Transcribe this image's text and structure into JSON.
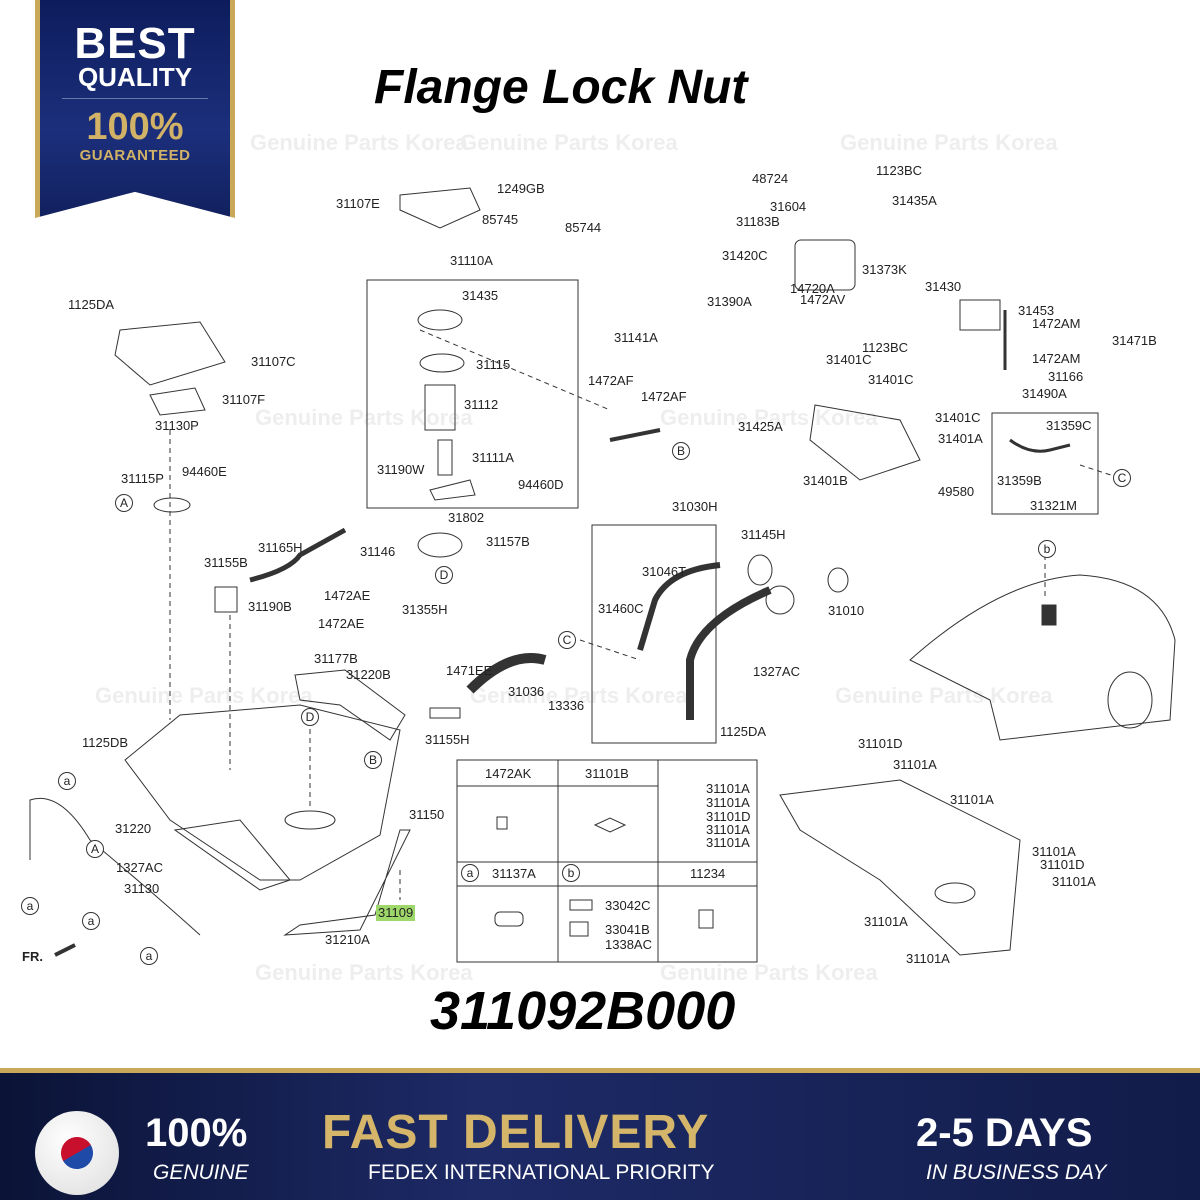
{
  "badge": {
    "line1": "BEST",
    "line2": "QUALITY",
    "line3": "100%",
    "line4": "GUARANTEED"
  },
  "title": "Flange Lock Nut",
  "part_number": "311092B000",
  "watermark": "Genuine Parts Korea",
  "highlight_color": "#9fd86a",
  "labels": [
    "1249GB",
    "31107E",
    "85745",
    "85744",
    "31110A",
    "31435",
    "31115",
    "31112",
    "31111A",
    "31190W",
    "94460D",
    "31141A",
    "1472AF",
    "1472AF",
    "31802",
    "31157B",
    "1125DA",
    "31107C",
    "31107F",
    "31130P",
    "31115P",
    "94460E",
    "31165H",
    "31146",
    "31155B",
    "1472AE",
    "31355H",
    "31190B",
    "1472AE",
    "31177B",
    "31220B",
    "1471EE",
    "31036",
    "13336",
    "31155H",
    "1125DB",
    "31220",
    "31150",
    "1327AC",
    "31130",
    "31109",
    "31210A",
    "FR.",
    "48724",
    "1123BC",
    "31604",
    "31435A",
    "31183B",
    "31420C",
    "31373K",
    "31430",
    "14720A",
    "31390A",
    "1472AV",
    "31453",
    "1472AM",
    "31471B",
    "1123BC",
    "1472AM",
    "31401C",
    "31401C",
    "31166",
    "31490A",
    "31401C",
    "31425A",
    "31359C",
    "31401A",
    "31401B",
    "49580",
    "31359B",
    "31321M",
    "31030H",
    "31145H",
    "31046T",
    "31460C",
    "31010",
    "1327AC",
    "1125DA",
    "31101D",
    "31101A",
    "31101A",
    "31101A",
    "31101D",
    "31101A",
    "31101A",
    "31101A",
    "31101A",
    "31101D",
    "31101A",
    "31101A",
    "31101A"
  ],
  "circles": {
    "A": "A",
    "B": "B",
    "C": "C",
    "D": "D",
    "a": "a",
    "b": "b"
  },
  "table": {
    "h1": "1472AK",
    "h2": "31101B",
    "h3": "31137A",
    "h4": "11234",
    "b1": "33042C",
    "b2": "33041B",
    "b3": "1338AC"
  },
  "footer": {
    "genuine_pct": "100%",
    "genuine": "GENUINE",
    "fast": "FAST DELIVERY",
    "fedex": "FEDEX INTERNATIONAL PRIORITY",
    "days": "2-5 DAYS",
    "business": "IN BUSINESS DAY"
  }
}
